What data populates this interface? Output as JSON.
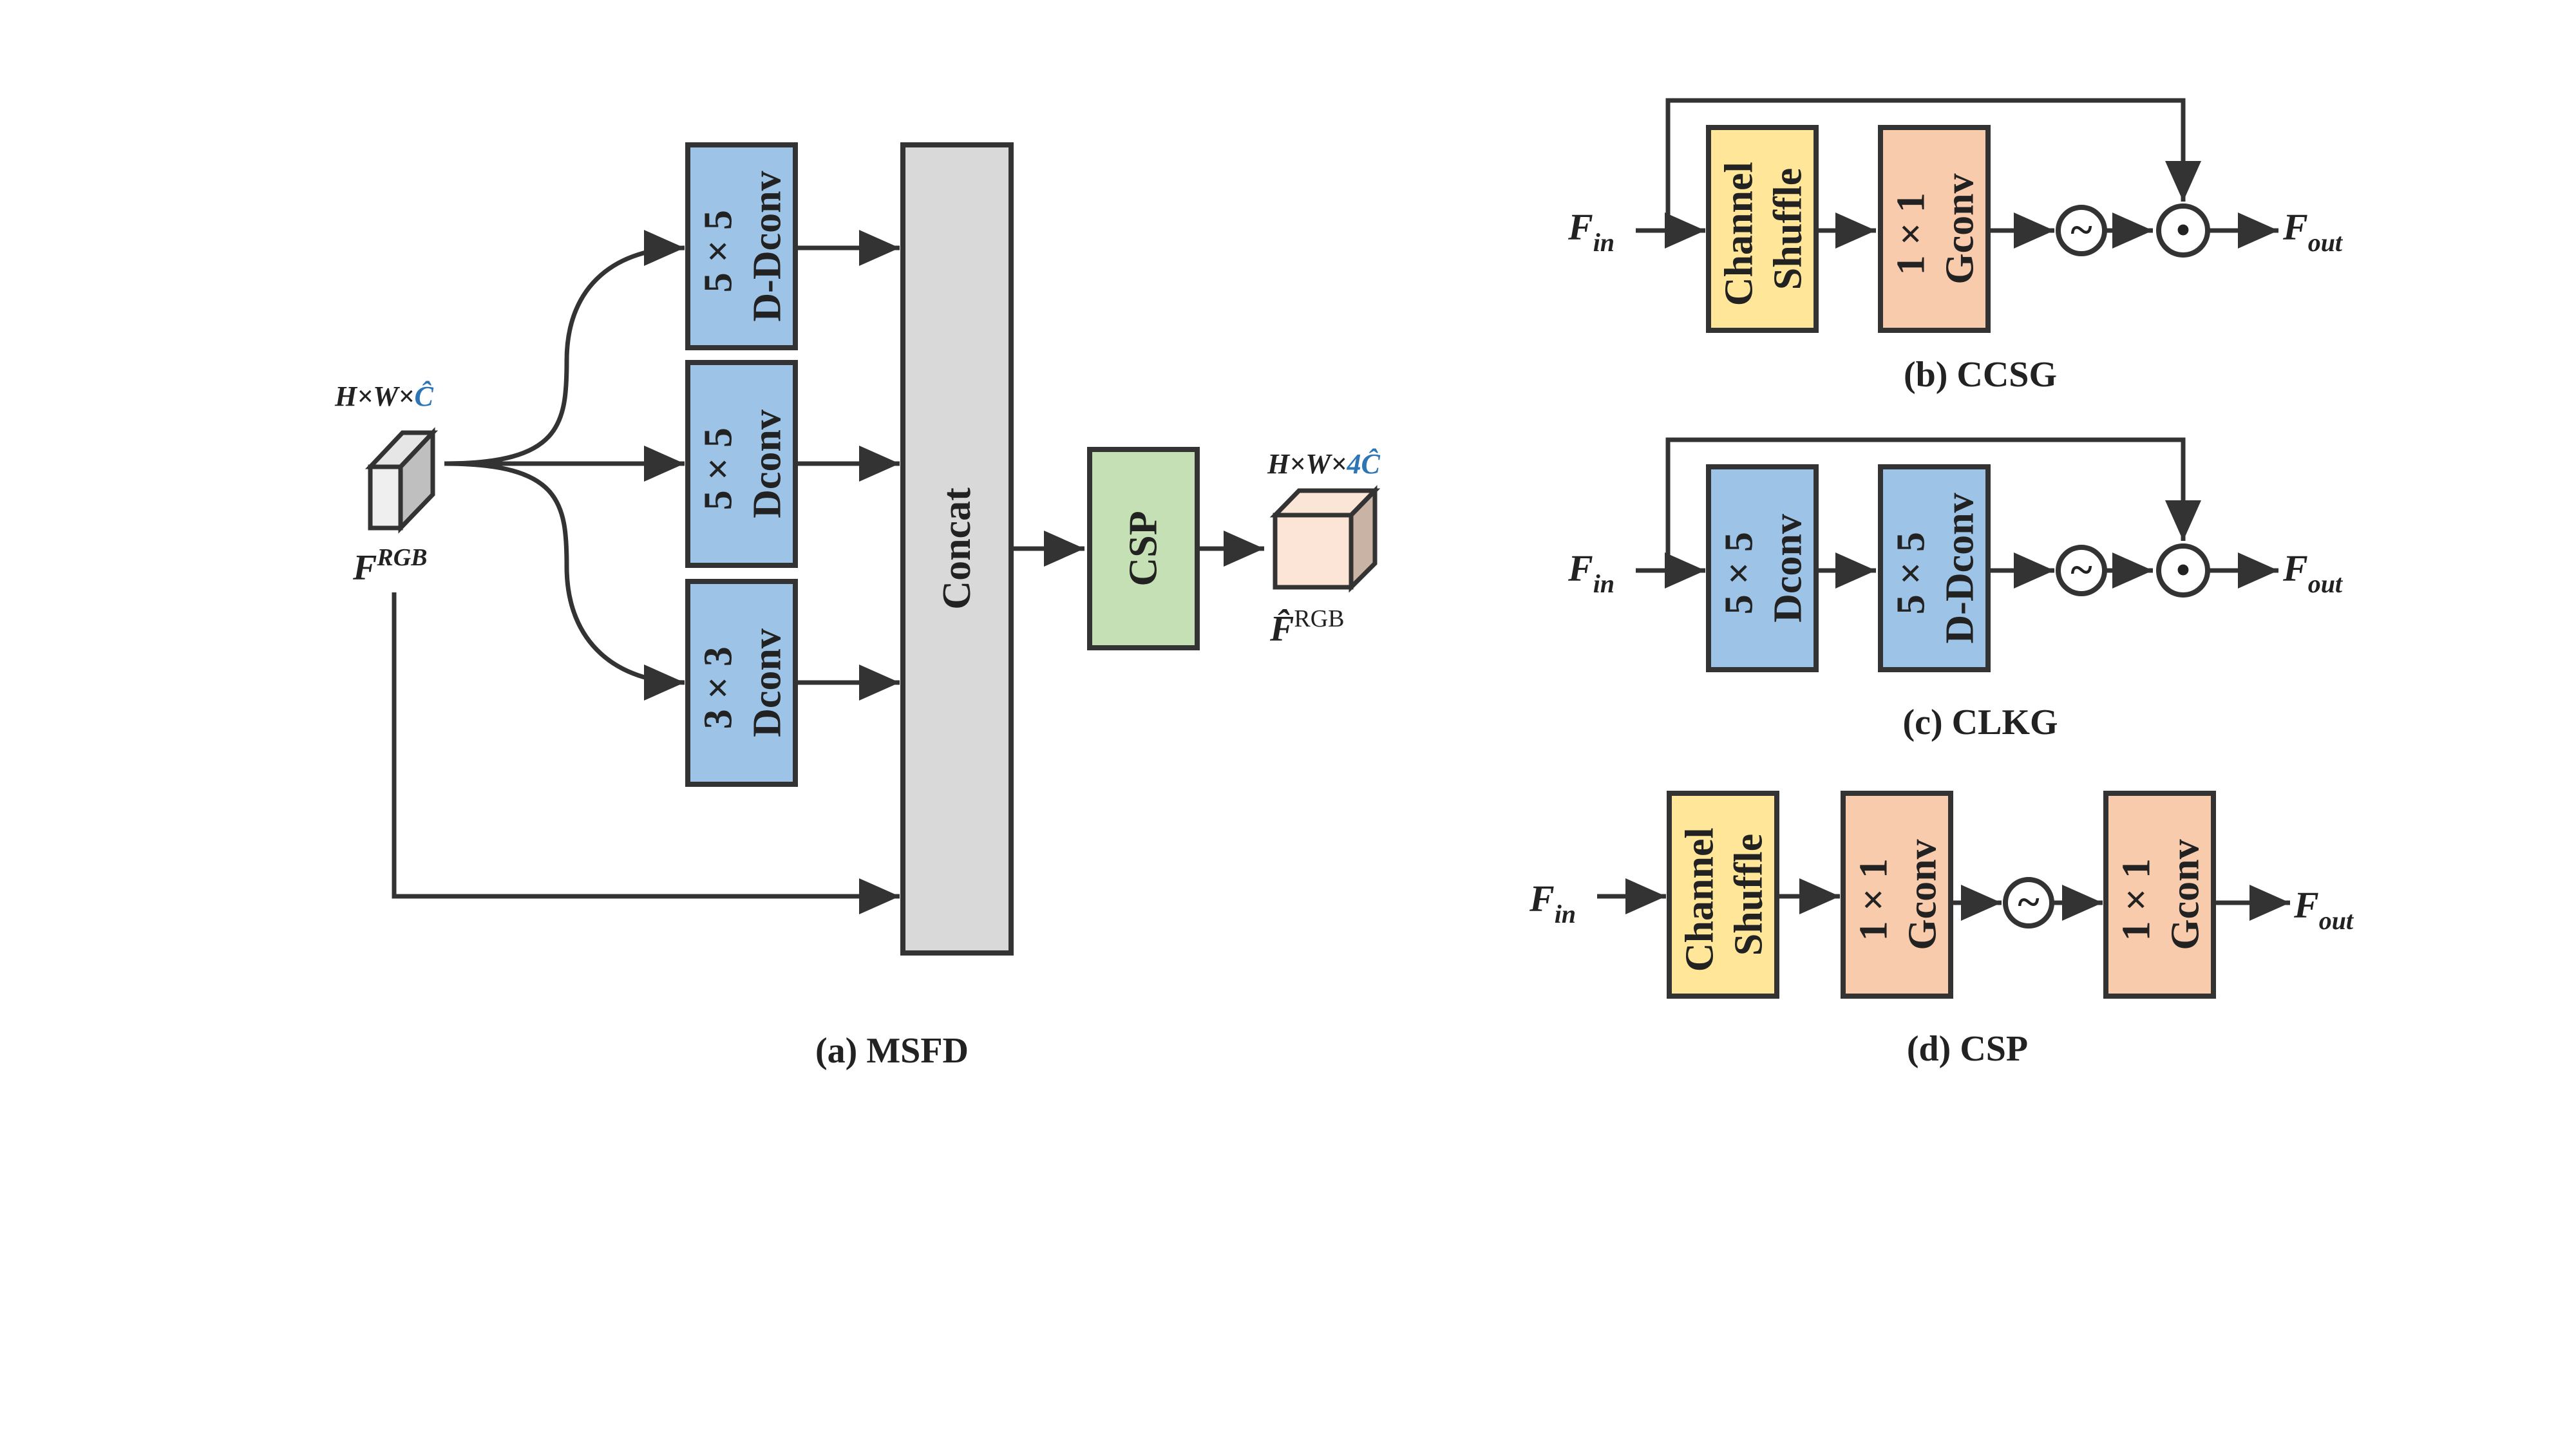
{
  "colors": {
    "stroke": "#333333",
    "blue_block": "#9DC3E6",
    "gray_block": "#D9D9D9",
    "green_block": "#C5E0B4",
    "yellow_block": "#FFE699",
    "orange_block": "#F8CBAD",
    "accent_text": "#2E75B6",
    "input_cube": "#EFEFEF",
    "output_cube": "#FCE4D6"
  },
  "msfd": {
    "caption": "(a) MSFD",
    "input_dims_prefix": "H×W×",
    "input_dims_c": "Ĉ",
    "input_label_main": "F",
    "input_label_sup": "RGB",
    "branch1_line1": "5 × 5",
    "branch1_line2": "D-Dconv",
    "branch2_line1": "5 × 5",
    "branch2_line2": "Dconv",
    "branch3_line1": "3 × 3",
    "branch3_line2": "Dconv",
    "concat_label": "Concat",
    "csp_label": "CSP",
    "output_dims_prefix": "H×W×",
    "output_dims_c": "4Ĉ",
    "output_label_main": "F̂",
    "output_label_sup": "RGB"
  },
  "ccsg": {
    "caption": "(b) CCSG",
    "input_main": "F",
    "input_sub": "in",
    "block1_line1": "Channel",
    "block1_line2": "Shuffle",
    "block2_line1": "1 × 1",
    "block2_line2": "Gconv",
    "activation_symbol": "~",
    "multiply_symbol": "•",
    "output_main": "F",
    "output_sub": "out"
  },
  "clkg": {
    "caption": "(c) CLKG",
    "input_main": "F",
    "input_sub": "in",
    "block1_line1": "5 × 5",
    "block1_line2": "Dconv",
    "block2_line1": "5 × 5",
    "block2_line2": "D-Dconv",
    "activation_symbol": "~",
    "multiply_symbol": "•",
    "output_main": "F",
    "output_sub": "out"
  },
  "csp": {
    "caption": "(d) CSP",
    "input_main": "F",
    "input_sub": "in",
    "block1_line1": "Channel",
    "block1_line2": "Shuffle",
    "block2_line1": "1 × 1",
    "block2_line2": "Gconv",
    "activation_symbol": "~",
    "block3_line1": "1 × 1",
    "block3_line2": "Gconv",
    "output_main": "F",
    "output_sub": "out"
  }
}
